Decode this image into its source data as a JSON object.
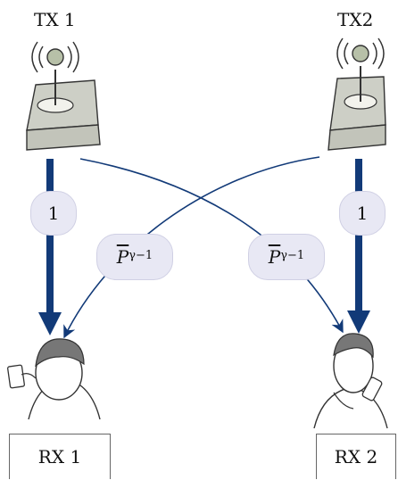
{
  "transmitters": [
    {
      "label": "TX 1"
    },
    {
      "label": "TX2"
    }
  ],
  "receivers": [
    {
      "label": "RX 1"
    },
    {
      "label": "RX 2"
    }
  ],
  "links": {
    "direct_gain": "1",
    "cross_gain_base": "P",
    "cross_gain_exp": "γ−1"
  },
  "colors": {
    "link": "#123a78",
    "pill": "#e8e8f4",
    "device": "#cfd0c8"
  }
}
